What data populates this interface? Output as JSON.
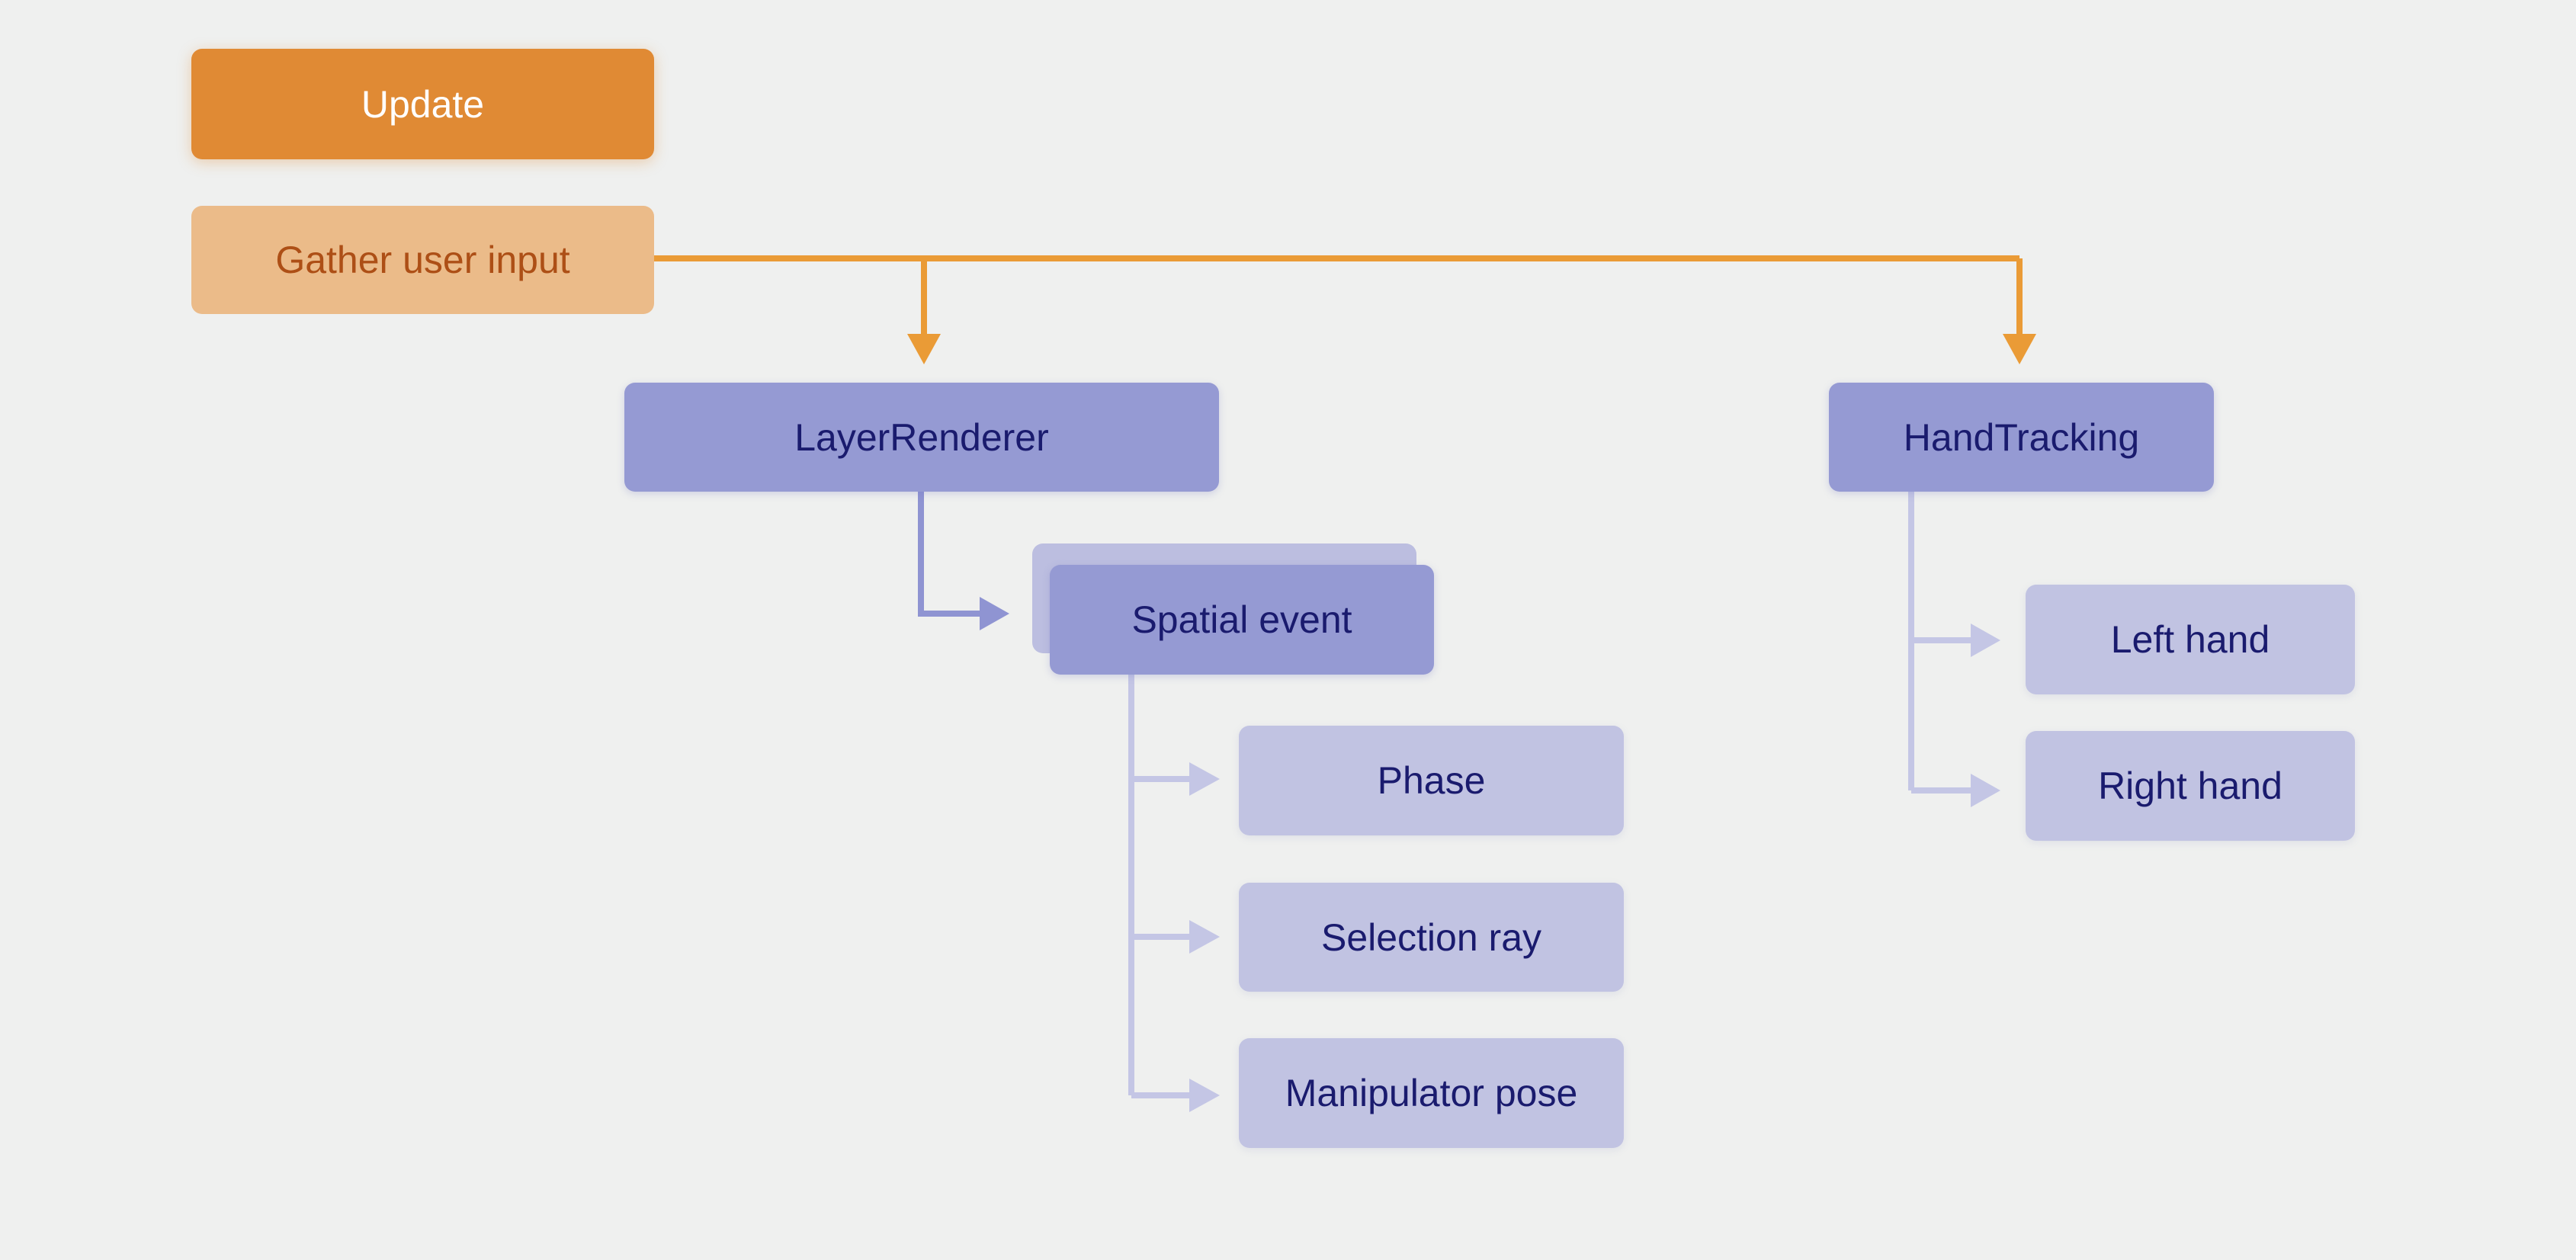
{
  "diagram": {
    "nodes": {
      "update": "Update",
      "gather_user_input": "Gather user input",
      "layer_renderer": "LayerRenderer",
      "hand_tracking": "HandTracking",
      "spatial_event": "Spatial event",
      "phase": "Phase",
      "selection_ray": "Selection ray",
      "manipulator_pose": "Manipulator pose",
      "left_hand": "Left hand",
      "right_hand": "Right hand"
    },
    "colors": {
      "update": "#e08a34",
      "gather": "#ebbb89",
      "gather_text": "#ad4f16",
      "orange_connector": "#ea9b36",
      "primary_node": "#959ad3",
      "secondary_node": "#c1c3e2",
      "node_text": "#1a1b6e",
      "primary_connector": "#8f94d2",
      "secondary_connector": "#c4c6e5",
      "background": "#eff0ef"
    }
  }
}
